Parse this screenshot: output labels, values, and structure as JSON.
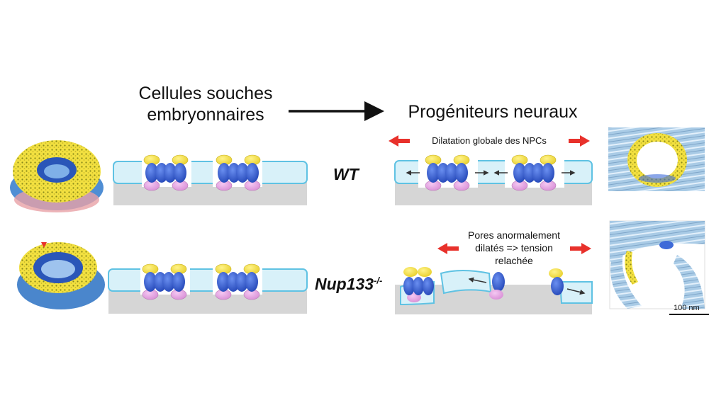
{
  "labels": {
    "title_left_line1": "Cellules souches",
    "title_left_line2": "embryonnaires",
    "title_right": "Progéniteurs neuraux",
    "wt": "WT",
    "mutant": "Nup133",
    "mutant_sup": "-/-",
    "note_wt": "Dilatation globale des NPCs",
    "note_mut_line1": "Pores anormalement",
    "note_mut_line2": "dilatés => tension",
    "note_mut_line3": "relachée",
    "scalebar": "100 nm"
  },
  "colors": {
    "membrane_fill": "#d8f1f9",
    "membrane_stroke": "#5fc2e3",
    "lumen": "#d6d6d6",
    "nup_blue": "#3d6ad8",
    "nup_yellow": "#f6e24a",
    "nup_pink": "#e6a4e4",
    "arrow_red": "#e8312b",
    "arrow_black": "#111111"
  }
}
